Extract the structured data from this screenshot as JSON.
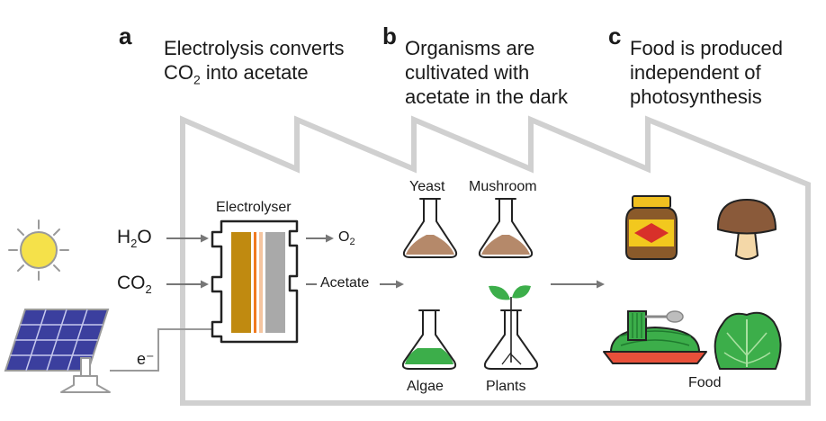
{
  "panels": {
    "a": {
      "letter": "a",
      "line1": "Electrolysis converts",
      "line2_pre": "CO",
      "line2_sub": "2",
      "line2_post": " into acetate"
    },
    "b": {
      "letter": "b",
      "line1": "Organisms are",
      "line2": "cultivated with",
      "line3": "acetate in the dark"
    },
    "c": {
      "letter": "c",
      "line1": "Food is produced",
      "line2": "independent of",
      "line3": "photosynthesis"
    }
  },
  "inputs": {
    "h2o": {
      "pre": "H",
      "sub": "2",
      "post": "O"
    },
    "co2": {
      "pre": "CO",
      "sub": "2"
    },
    "electron": "e⁻"
  },
  "outputs": {
    "o2": {
      "pre": "O",
      "sub": "2"
    },
    "acetate": "Acetate"
  },
  "electrolyser_label": "Electrolyser",
  "organisms": {
    "yeast": "Yeast",
    "mushroom": "Mushroom",
    "algae": "Algae",
    "plants": "Plants"
  },
  "food_label": "Food",
  "colors": {
    "factory_outline": "#cfcfcf",
    "arrow": "#777777",
    "sun": "#f5e14a",
    "panel_blue": "#3b3f9e",
    "electrode_gold": "#c08a10",
    "electrode_gray": "#a9a9a9",
    "membrane_orange": "#f07a20",
    "culture_brown": "#b5896a",
    "algae_green": "#3cae4a",
    "sprout_green": "#3cae4a"
  }
}
